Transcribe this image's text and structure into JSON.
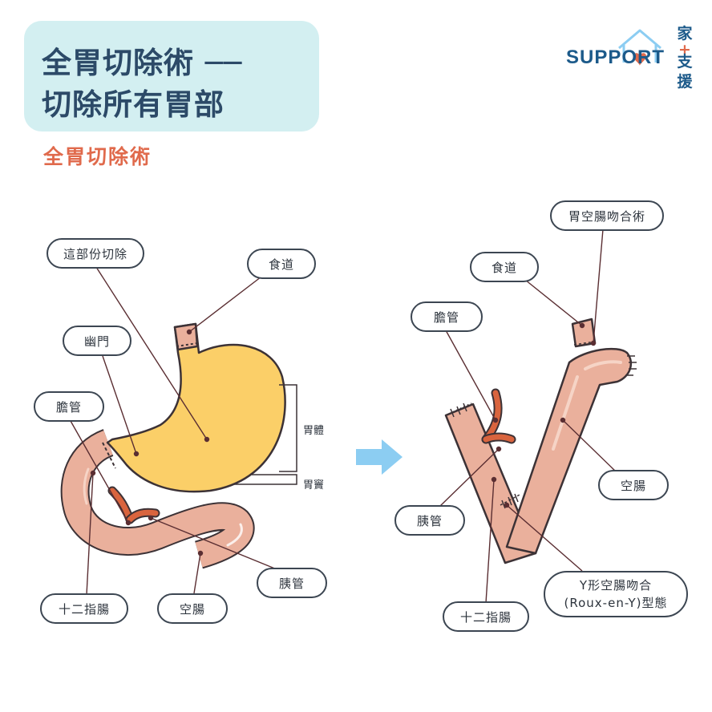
{
  "header": {
    "title_line1": "全胃切除術 ──",
    "title_line2": "切除所有胃部",
    "subtitle": "全胃切除術"
  },
  "logo": {
    "text": "SUPPORT",
    "cjk_top": "家",
    "cjk_plus": "+",
    "cjk_mid": "支",
    "cjk_bottom": "援"
  },
  "left_diagram": {
    "removed_part": "這部份切除",
    "esophagus": "食道",
    "pylorus": "幽門",
    "bile_duct": "膽管",
    "body_of_stomach": "胃體",
    "antrum": "胃竇",
    "duodenum": "十二指腸",
    "jejunum": "空腸",
    "pancreatic_duct": "胰管"
  },
  "right_diagram": {
    "anastomosis": "胃空腸吻合術",
    "esophagus": "食道",
    "bile_duct": "膽管",
    "jejunum": "空腸",
    "pancreatic_duct": "胰管",
    "roux_line1": "Y形空腸吻合",
    "roux_line2": "(Roux-en-Y)型態",
    "duodenum": "十二指腸"
  },
  "colors": {
    "title_bg": "#d3eff1",
    "title_text": "#2c4a68",
    "accent": "#e06a4c",
    "stomach": "#fbcf68",
    "intestine": "#eab09c",
    "arrow": "#8ccdf2"
  }
}
